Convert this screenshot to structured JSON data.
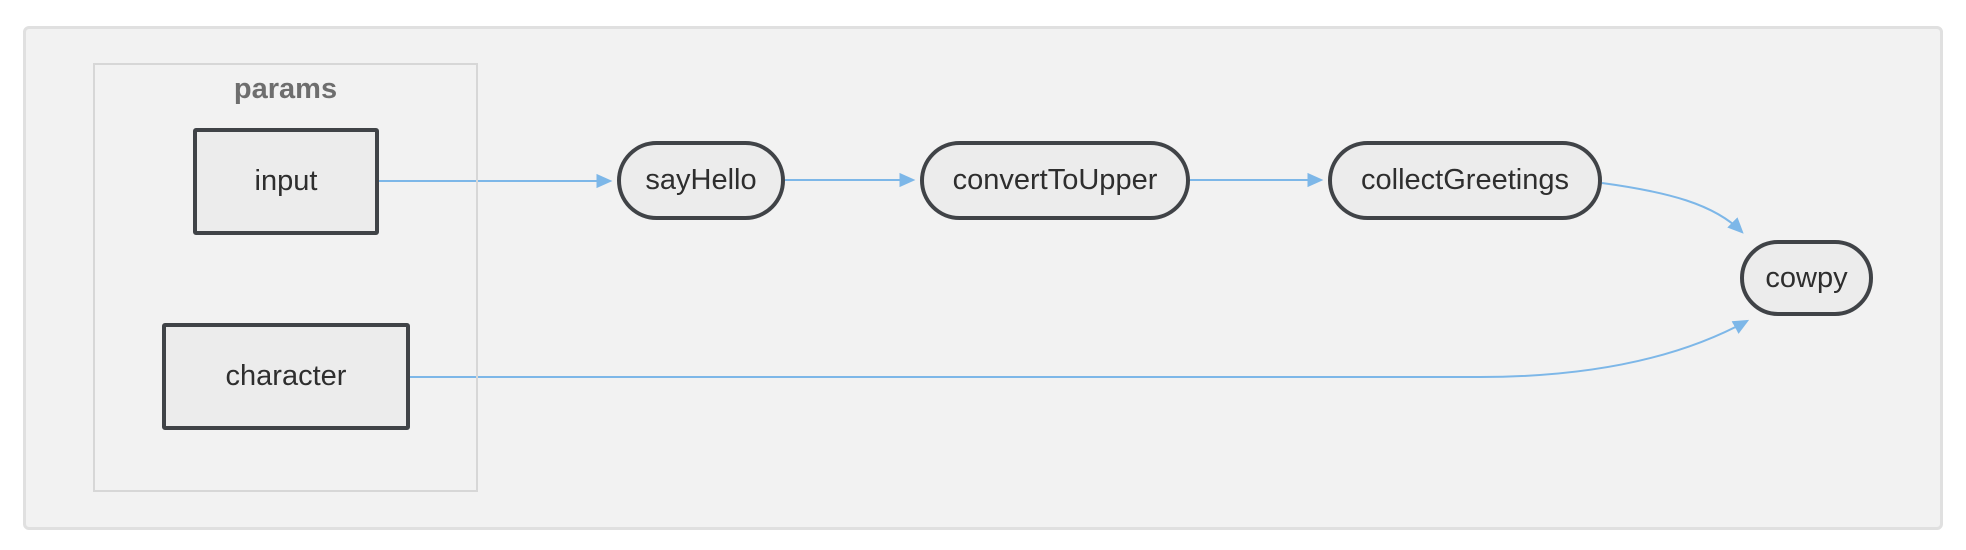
{
  "diagram": {
    "type": "flowchart",
    "direction": "left-to-right",
    "group": {
      "label": "params"
    },
    "nodes": [
      {
        "id": "input",
        "label": "input",
        "shape": "rectangle",
        "group": "params"
      },
      {
        "id": "character",
        "label": "character",
        "shape": "rectangle",
        "group": "params"
      },
      {
        "id": "sayHello",
        "label": "sayHello",
        "shape": "stadium"
      },
      {
        "id": "convertToUpper",
        "label": "convertToUpper",
        "shape": "stadium"
      },
      {
        "id": "collectGreetings",
        "label": "collectGreetings",
        "shape": "stadium"
      },
      {
        "id": "cowpy",
        "label": "cowpy",
        "shape": "stadium"
      }
    ],
    "edges": [
      {
        "from": "input",
        "to": "sayHello"
      },
      {
        "from": "sayHello",
        "to": "convertToUpper"
      },
      {
        "from": "convertToUpper",
        "to": "collectGreetings"
      },
      {
        "from": "collectGreetings",
        "to": "cowpy"
      },
      {
        "from": "character",
        "to": "cowpy"
      }
    ],
    "colors": {
      "canvas_bg": "#ffffff",
      "frame_bg": "#f2f2f2",
      "frame_border": "#e0e0e0",
      "group_border": "#d7d7d7",
      "group_label": "#6e6e6e",
      "node_fill": "#ececec",
      "node_border": "#404347",
      "node_text": "#2e2e2e",
      "edge": "#7db7e8"
    }
  }
}
